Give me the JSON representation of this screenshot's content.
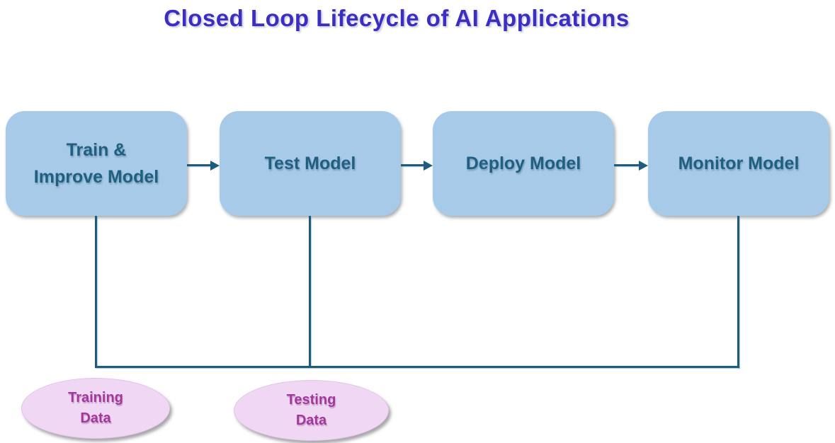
{
  "title": "Closed Loop Lifecycle of AI Applications",
  "boxes": [
    {
      "id": "train-improve-model",
      "line1": "Train &",
      "line2": "Improve Model"
    },
    {
      "id": "test-model",
      "line1": "Test Model"
    },
    {
      "id": "deploy-model",
      "line1": "Deploy Model"
    },
    {
      "id": "monitor-model",
      "line1": "Monitor Model"
    }
  ],
  "data_ellipses": [
    {
      "id": "training-data",
      "line1": "Training",
      "line2": "Data"
    },
    {
      "id": "testing-data",
      "line1": "Testing",
      "line2": "Data"
    }
  ],
  "connectors": [
    {
      "from": "train-improve-model",
      "to": "test-model",
      "type": "arrow-right"
    },
    {
      "from": "test-model",
      "to": "deploy-model",
      "type": "arrow-right"
    },
    {
      "from": "deploy-model",
      "to": "monitor-model",
      "type": "arrow-right"
    },
    {
      "from": "monitor-model",
      "to": "train-improve-model",
      "type": "feedback-loop-bottom"
    },
    {
      "from": "test-model",
      "to": "feedback-loop",
      "type": "vertical-line"
    }
  ],
  "colors": {
    "title_text": "#3B2EC4",
    "box_fill": "#A7CAE9",
    "box_text": "#1F5F80",
    "connector": "#1E5C7D",
    "ellipse_fill": "#F0D7F3",
    "ellipse_text": "#A1399D",
    "background": "#FFFFFF"
  }
}
